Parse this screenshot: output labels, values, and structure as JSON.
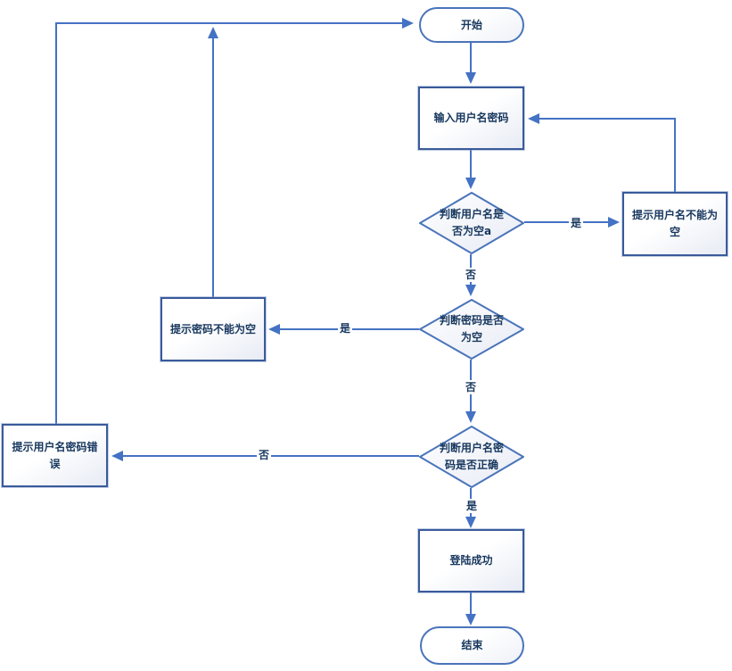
{
  "diagram": {
    "type": "flowchart",
    "background": "#FFFFFF",
    "colors": {
      "connector": "#4472C4",
      "shape_border_dark": "#3A5A9B",
      "shape_border_light": "#4A74BA",
      "shape_fill_top": "#FFFFFF",
      "shape_fill_bottom": "#E7EBF4",
      "text": "#17375E"
    },
    "nodes": {
      "start": {
        "label": "开始",
        "shape": "terminator"
      },
      "input": {
        "label": "输入用户名密码",
        "shape": "process"
      },
      "check_username": {
        "label": "判断用户名是否为空a",
        "shape": "decision"
      },
      "warn_username": {
        "label": "提示用户名不能为空",
        "shape": "process"
      },
      "check_password": {
        "label": "判断密码是否为空",
        "shape": "decision"
      },
      "warn_password": {
        "label": "提示密码不能为空",
        "shape": "process"
      },
      "check_correct": {
        "label": "判断用户名密码是否正确",
        "shape": "decision"
      },
      "warn_wrong": {
        "label": "提示用户名密码错误",
        "shape": "process"
      },
      "success": {
        "label": "登陆成功",
        "shape": "process"
      },
      "end": {
        "label": "结束",
        "shape": "terminator"
      }
    },
    "edges": [
      {
        "from": "start",
        "to": "input",
        "label": ""
      },
      {
        "from": "input",
        "to": "check_username",
        "label": ""
      },
      {
        "from": "check_username",
        "to": "warn_username",
        "label": "是"
      },
      {
        "from": "warn_username",
        "to": "input",
        "label": ""
      },
      {
        "from": "check_username",
        "to": "check_password",
        "label": "否"
      },
      {
        "from": "check_password",
        "to": "warn_password",
        "label": "是"
      },
      {
        "from": "warn_password",
        "to": "start",
        "label": ""
      },
      {
        "from": "check_password",
        "to": "check_correct",
        "label": "否"
      },
      {
        "from": "check_correct",
        "to": "warn_wrong",
        "label": "否"
      },
      {
        "from": "warn_wrong",
        "to": "start",
        "label": ""
      },
      {
        "from": "check_correct",
        "to": "success",
        "label": "是"
      },
      {
        "from": "success",
        "to": "end",
        "label": ""
      }
    ]
  }
}
